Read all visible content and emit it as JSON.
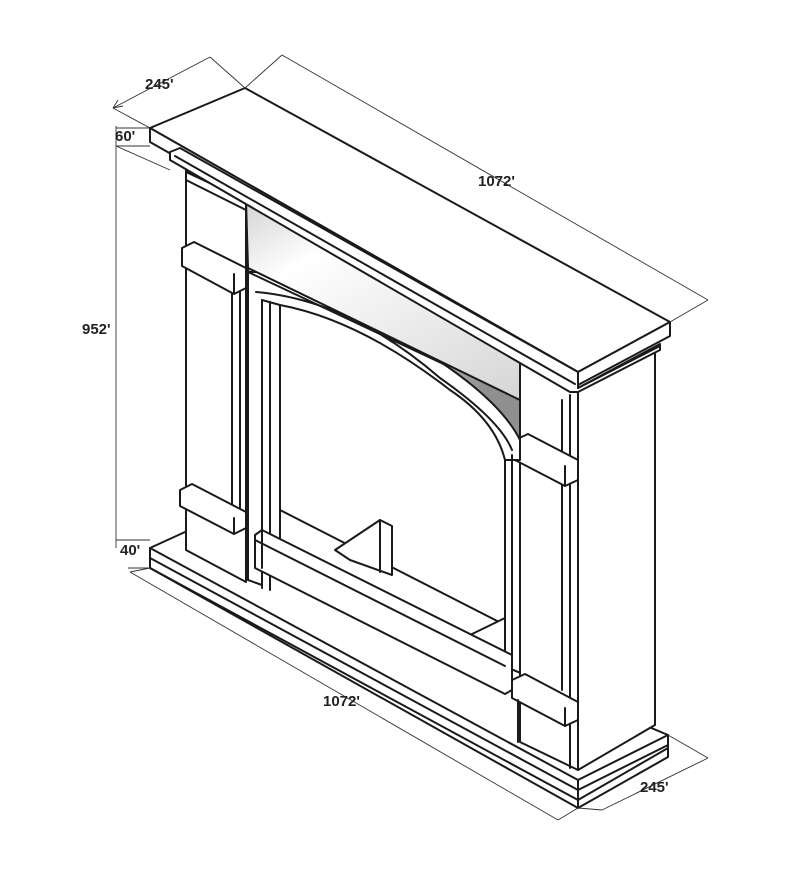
{
  "dimensions": {
    "top_depth": "245'",
    "shelf_thickness": "60'",
    "top_width": "1072'",
    "height": "952'",
    "base_thickness": "40'",
    "bottom_width": "1072'",
    "bottom_depth": "245'"
  },
  "colors": {
    "line": "#1a1a1a",
    "background": "#ffffff",
    "shade": "#9a9a9a"
  }
}
